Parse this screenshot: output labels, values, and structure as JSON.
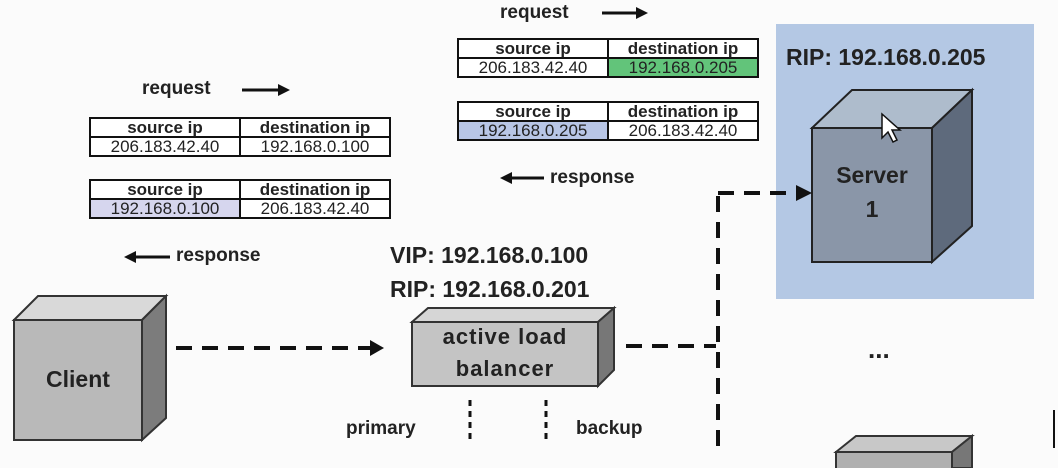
{
  "left_group": {
    "request_label": "request",
    "request_table": {
      "headers": [
        "source ip",
        "destination ip"
      ],
      "values": [
        "206.183.42.40",
        "192.168.0.100"
      ]
    },
    "response_table": {
      "headers": [
        "source ip",
        "destination ip"
      ],
      "values": [
        "192.168.0.100",
        "206.183.42.40"
      ]
    },
    "response_label": "response"
  },
  "top_group": {
    "request_label": "request",
    "request_table": {
      "headers": [
        "source ip",
        "destination ip"
      ],
      "values": [
        "206.183.42.40",
        "192.168.0.205"
      ]
    },
    "response_table": {
      "headers": [
        "source ip",
        "destination ip"
      ],
      "values": [
        "192.168.0.205",
        "206.183.42.40"
      ]
    },
    "response_label": "response"
  },
  "load_balancer": {
    "vip": "VIP: 192.168.0.100",
    "rip": "RIP: 192.168.0.201",
    "label_line1": "active load",
    "label_line2": "balancer",
    "primary_label": "primary",
    "backup_label": "backup"
  },
  "server": {
    "rip": "RIP: 192.168.0.205",
    "label_line1": "Server",
    "label_line2": "1",
    "highlight_color": "#b4c8e4"
  },
  "client": {
    "label": "Client"
  },
  "ellipsis": "..."
}
